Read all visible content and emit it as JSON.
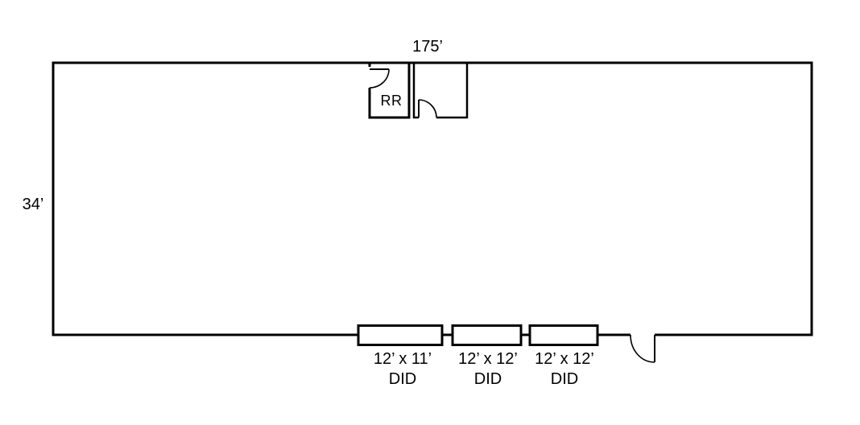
{
  "floor_plan": {
    "overall": {
      "width_label": "175’",
      "depth_label": "34’"
    },
    "rooms": [
      {
        "name": "restroom",
        "label": "RR"
      }
    ],
    "drive_in_doors": [
      {
        "size": "12’ x 11’",
        "abbr": "DID"
      },
      {
        "size": "12’ x 12’",
        "abbr": "DID"
      },
      {
        "size": "12’ x 12’",
        "abbr": "DID"
      }
    ],
    "colors": {
      "line": "#000000",
      "background": "#ffffff"
    }
  }
}
